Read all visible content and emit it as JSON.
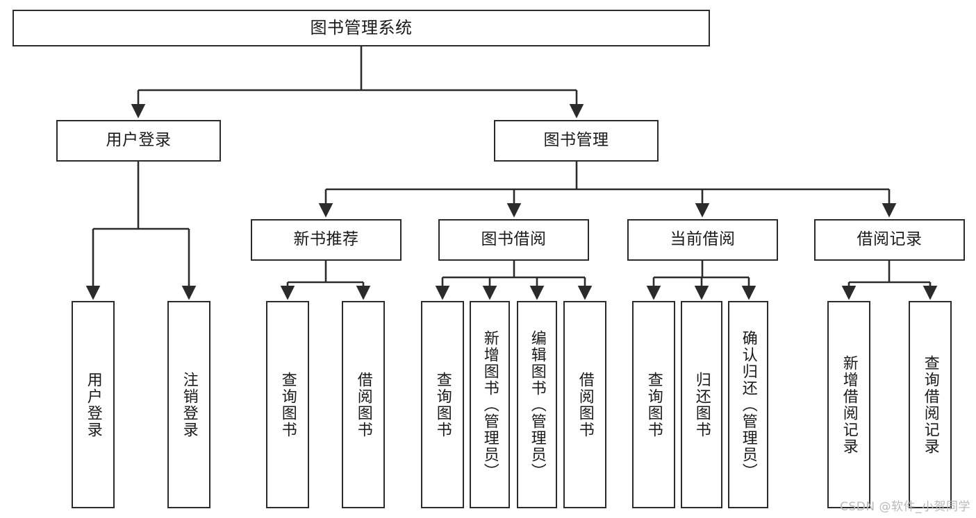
{
  "diagram": {
    "type": "tree-hierarchy-chart",
    "title": "图书管理系统",
    "orientation": "top-down",
    "line_color": "#2b2b2b",
    "box_fill": "#ffffff",
    "text_color": "#1a1a1a"
  },
  "root": {
    "label": "图书管理系统"
  },
  "level2": [
    {
      "label": "用户登录"
    },
    {
      "label": "图书管理"
    }
  ],
  "level3": [
    {
      "label": "新书推荐"
    },
    {
      "label": "图书借阅"
    },
    {
      "label": "当前借阅"
    },
    {
      "label": "借阅记录"
    }
  ],
  "leaves": {
    "user_login": [
      {
        "label": "用户登录"
      },
      {
        "label": "注销登录"
      }
    ],
    "new_book_recommend": [
      {
        "label": "查询图书"
      },
      {
        "label": "借阅图书"
      }
    ],
    "book_borrow": [
      {
        "label": "查询图书"
      },
      {
        "label": "新增图书（管理员）"
      },
      {
        "label": "编辑图书（管理员）"
      },
      {
        "label": "借阅图书"
      }
    ],
    "current_borrow": [
      {
        "label": "查询图书"
      },
      {
        "label": "归还图书"
      },
      {
        "label": "确认归还（管理员）"
      }
    ],
    "borrow_record": [
      {
        "label": "新增借阅记录"
      },
      {
        "label": "查询借阅记录"
      }
    ]
  },
  "watermark": {
    "text": "CSDN @软件_小贺同学"
  }
}
